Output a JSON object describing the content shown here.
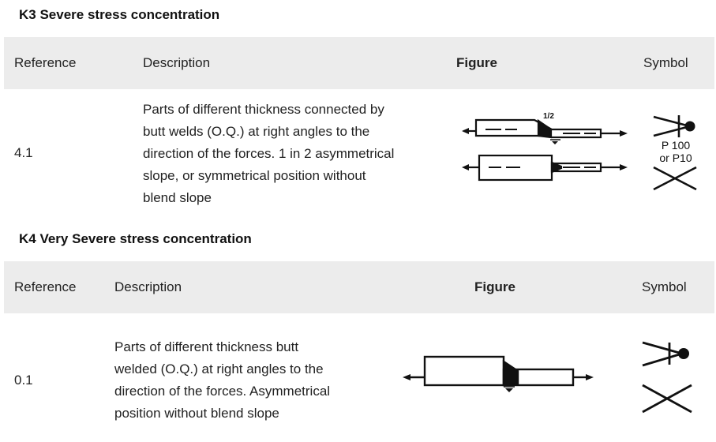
{
  "sections": [
    {
      "title": "K3 Severe stress concentration",
      "headers": {
        "reference": "Reference",
        "description": "Description",
        "figure": "Figure",
        "symbol": "Symbol"
      },
      "row": {
        "reference": "4.1",
        "description_lines": [
          "Parts of different thickness connected by",
          "butt welds (O.Q.) at right angles to the",
          "direction of the forces. 1 in 2 asymmetrical",
          "slope, or symmetrical position without",
          "blend slope"
        ],
        "figure_label": "1/2",
        "symbol_text_lines": [
          "P 100",
          "or P10"
        ]
      }
    },
    {
      "title": "K4 Very Severe stress concentration",
      "headers": {
        "reference": "Reference",
        "description": "Description",
        "figure": "Figure",
        "symbol": "Symbol"
      },
      "row": {
        "reference": "0.1",
        "description_lines": [
          "Parts of different thickness butt",
          "welded (O.Q.) at right angles to the",
          "direction of the forces. Asymmetrical",
          "position without blend slope"
        ]
      }
    }
  ]
}
